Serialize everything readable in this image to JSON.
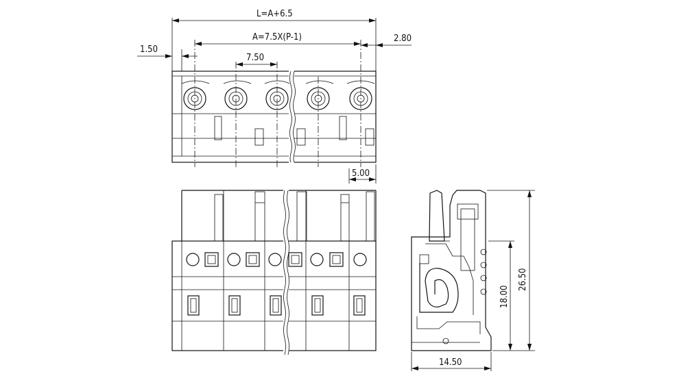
{
  "drawing": {
    "colors": {
      "line": "#111111",
      "background": "#ffffff"
    },
    "top_view": {
      "dims": {
        "overall_length": "L=A+6.5",
        "pitch_span": "A=7.5X(P-1)",
        "pitch": "7.50",
        "left_offset": "1.50",
        "right_offset": "2.80",
        "end_width": "5.00"
      }
    },
    "side_view": {
      "dims": {
        "height_total": "26.50",
        "height_lower": "18.00",
        "depth": "14.50"
      }
    }
  }
}
